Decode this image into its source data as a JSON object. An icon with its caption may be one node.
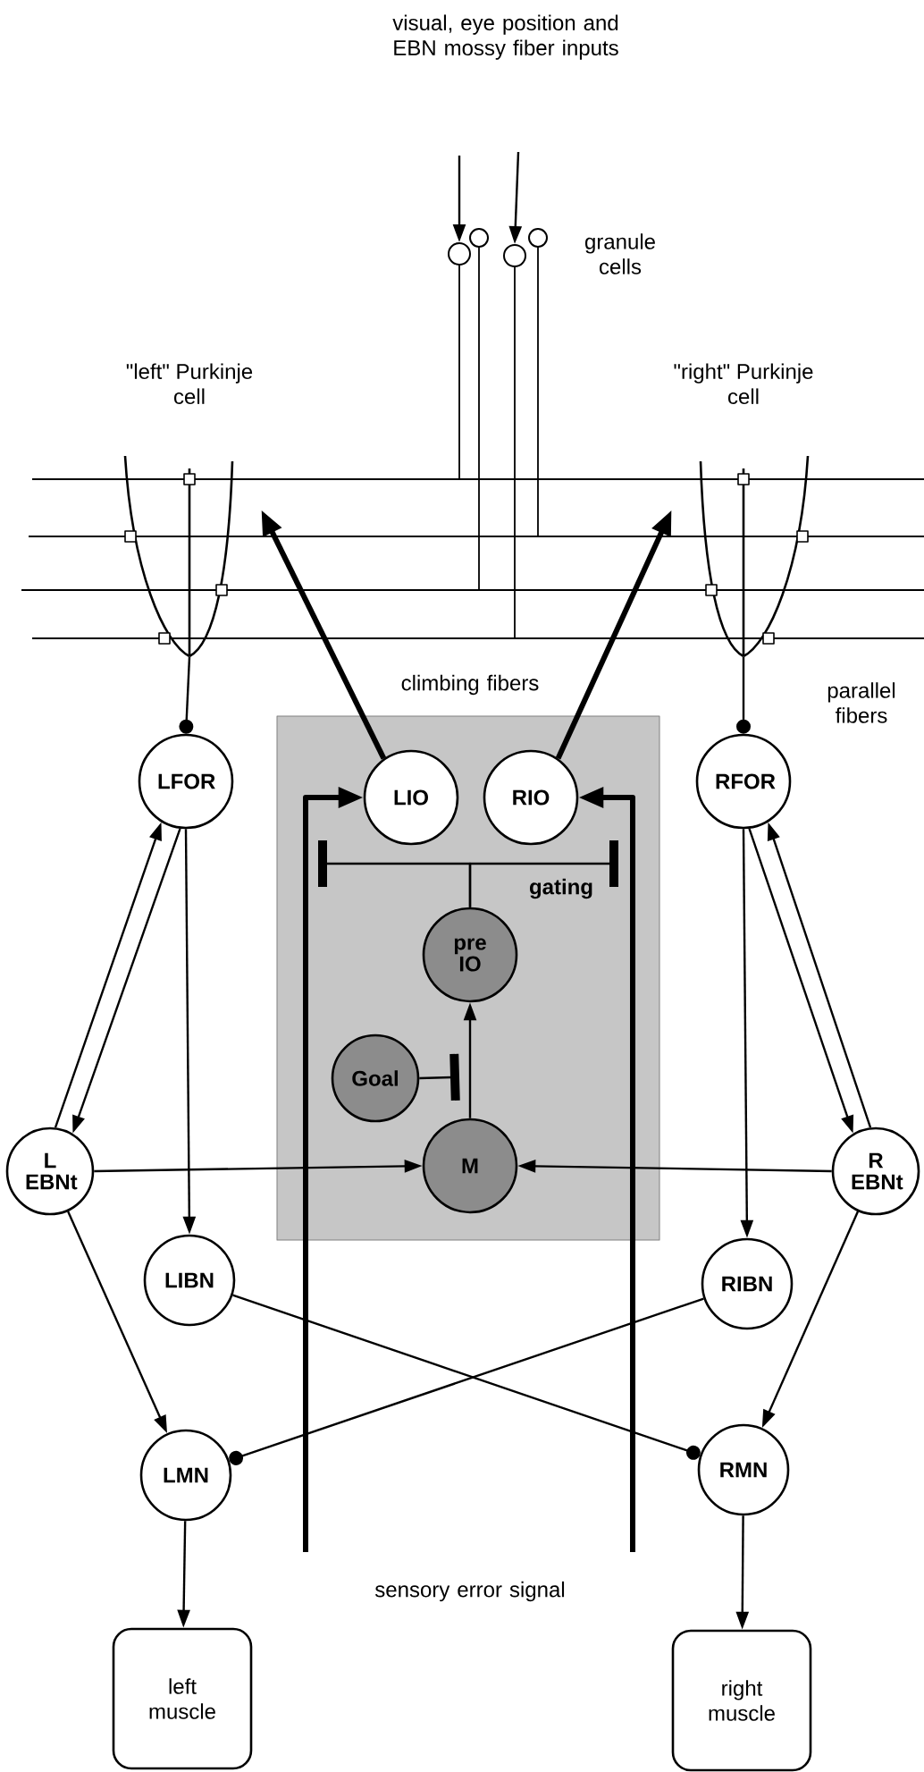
{
  "diagram": {
    "nodes": [
      {
        "text": [],
        "shape": "circle"
      },
      {
        "text": [],
        "shape": "circle"
      },
      {
        "text": [],
        "shape": "circle"
      },
      {
        "text": [],
        "shape": "circle"
      },
      {
        "text": [
          "\"left\" Purkinje cell"
        ]
      },
      {
        "text": [
          "\"right\" Purkinje cell"
        ]
      },
      {
        "text": [
          "LFOR"
        ]
      },
      {
        "text": [],
        "shape": "box"
      },
      {
        "text": [
          "LIO"
        ],
        "in": 7
      },
      {
        "text": [
          "RIO"
        ],
        "in": 7
      },
      {
        "text": [
          "RFOR"
        ]
      },
      {
        "text": [
          "pre IO"
        ],
        "in": 7
      },
      {
        "text": [
          "Goal"
        ],
        "in": 7
      },
      {
        "text": [
          "L EBNt"
        ]
      },
      {
        "text": [
          "M"
        ],
        "in": 7
      },
      {
        "text": [
          "R EBNt"
        ]
      },
      {
        "text": [
          "LIBN"
        ]
      },
      {
        "text": [
          "RIBN"
        ]
      },
      {
        "text": [
          "LMN"
        ]
      },
      {
        "text": [
          "RMN"
        ]
      },
      {
        "text": [
          "left muscle"
        ]
      },
      {
        "text": [
          "right muscle"
        ]
      }
    ],
    "edges": [
      {
        "from": null,
        "to": 0,
        "arrow": "to"
      },
      {
        "from": null,
        "to": 2,
        "arrow": "to"
      },
      {
        "from": 4,
        "to": 6,
        "arrow": "other"
      },
      {
        "from": 5,
        "to": 10,
        "arrow": "other"
      },
      {
        "from": 8,
        "to": 4,
        "arrow": "to",
        "style": "thick"
      },
      {
        "from": 9,
        "to": 5,
        "arrow": "to",
        "style": "thick"
      },
      {
        "from": null,
        "to": 8,
        "arrow": "to",
        "style": "thick"
      },
      {
        "from": null,
        "to": 9,
        "arrow": "to",
        "style": "thick"
      },
      {
        "from": 11,
        "to": null,
        "arrow": "other"
      },
      {
        "from": 11,
        "to": null,
        "arrow": "other",
        "label": "gating"
      },
      {
        "from": 6,
        "to": 13,
        "arrow": "to"
      },
      {
        "from": 13,
        "to": 6,
        "arrow": "to"
      },
      {
        "from": 10,
        "to": 15,
        "arrow": "to"
      },
      {
        "from": 15,
        "to": 10,
        "arrow": "to"
      },
      {
        "from": 6,
        "to": 16,
        "arrow": "to"
      },
      {
        "from": 10,
        "to": 17,
        "arrow": "to"
      },
      {
        "from": 14,
        "to": 11,
        "arrow": "to"
      },
      {
        "from": 12,
        "to": 14,
        "arrow": "other"
      },
      {
        "from": 13,
        "to": 14,
        "arrow": "to"
      },
      {
        "from": 15,
        "to": 14,
        "arrow": "to"
      },
      {
        "from": 13,
        "to": 18,
        "arrow": "to"
      },
      {
        "from": 15,
        "to": 19,
        "arrow": "to"
      },
      {
        "from": 16,
        "to": 19,
        "arrow": "other"
      },
      {
        "from": 17,
        "to": 18,
        "arrow": "other"
      },
      {
        "from": 18,
        "to": 20,
        "arrow": "to"
      },
      {
        "from": 19,
        "to": 21,
        "arrow": "to"
      }
    ],
    "labels": [
      "visual, eye position and EBN mossy fiber inputs",
      "granule cells",
      "climbing fibers",
      "parallel fibers",
      "sensory error signal"
    ]
  }
}
